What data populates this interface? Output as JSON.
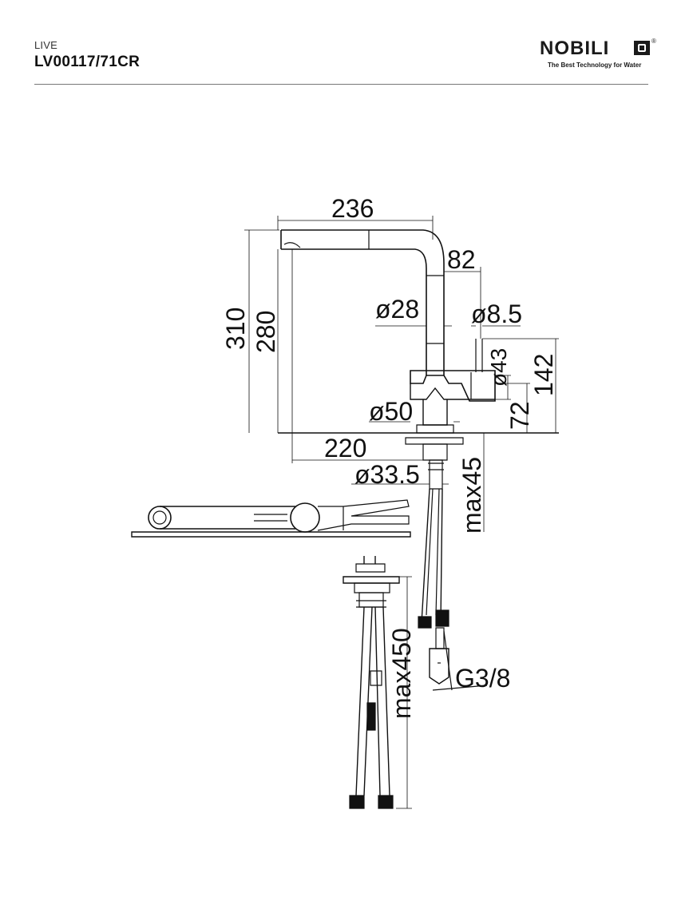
{
  "header": {
    "series": "LIVE",
    "product_code": "LV00117/71CR",
    "brand": "NOBILI",
    "brand_registered": "®",
    "brand_tagline": "The Best Technology for Water"
  },
  "dimensions": {
    "d236": "236",
    "d82": "82",
    "d310": "310",
    "d280": "280",
    "d_o28": "ø28",
    "d_o8_5": "ø8.5",
    "d_o43": "ø43",
    "d142": "142",
    "d72": "72",
    "d_o50": "ø50",
    "d220": "220",
    "d_o33_5": "ø33.5",
    "d_max45": "max45",
    "d_max450": "max450",
    "d_g3_8": "G3/8"
  }
}
